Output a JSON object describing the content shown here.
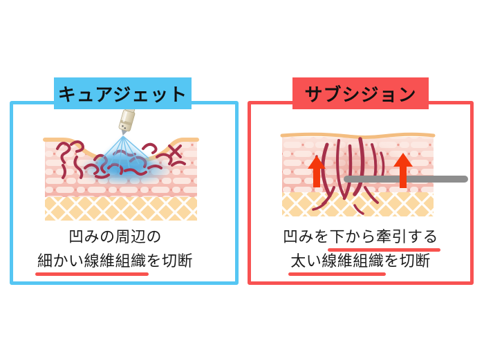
{
  "left_panel": {
    "title": "キュアジェット",
    "caption": {
      "line1": "凹みの周辺の",
      "line2_underlined": "細かい線維組織",
      "line2_plain": "を切断"
    }
  },
  "right_panel": {
    "title": "サブシジョン",
    "caption": {
      "line1_plain": "凹みを",
      "line1_underlined": "下から牽引する",
      "line2_underlined": "太い線維組織",
      "line2_plain": "を切断"
    }
  },
  "icons": {
    "jet_injector": "jet-injector-icon",
    "spray": "blue-spray-mist-icon",
    "up_arrow": "orange-up-arrow-icon",
    "cannula": "gray-cannula-rod-icon",
    "skin": "skin-cross-section-illustration"
  },
  "colors": {
    "accent_cyan": "#55C6F3",
    "accent_red": "#F85252",
    "underline_red": "#F8524E",
    "arrow_orange": "#F4380C",
    "rod_gray": "#8E8E8E",
    "fiber_red": "#A5304A",
    "spray_blue": "#57B2E6",
    "dermis_pink": "#F7CCC2",
    "epidermis_orange": "#F6C38A",
    "subcutis_orange": "#FAD8A0",
    "text_black": "#1B1B1B"
  }
}
